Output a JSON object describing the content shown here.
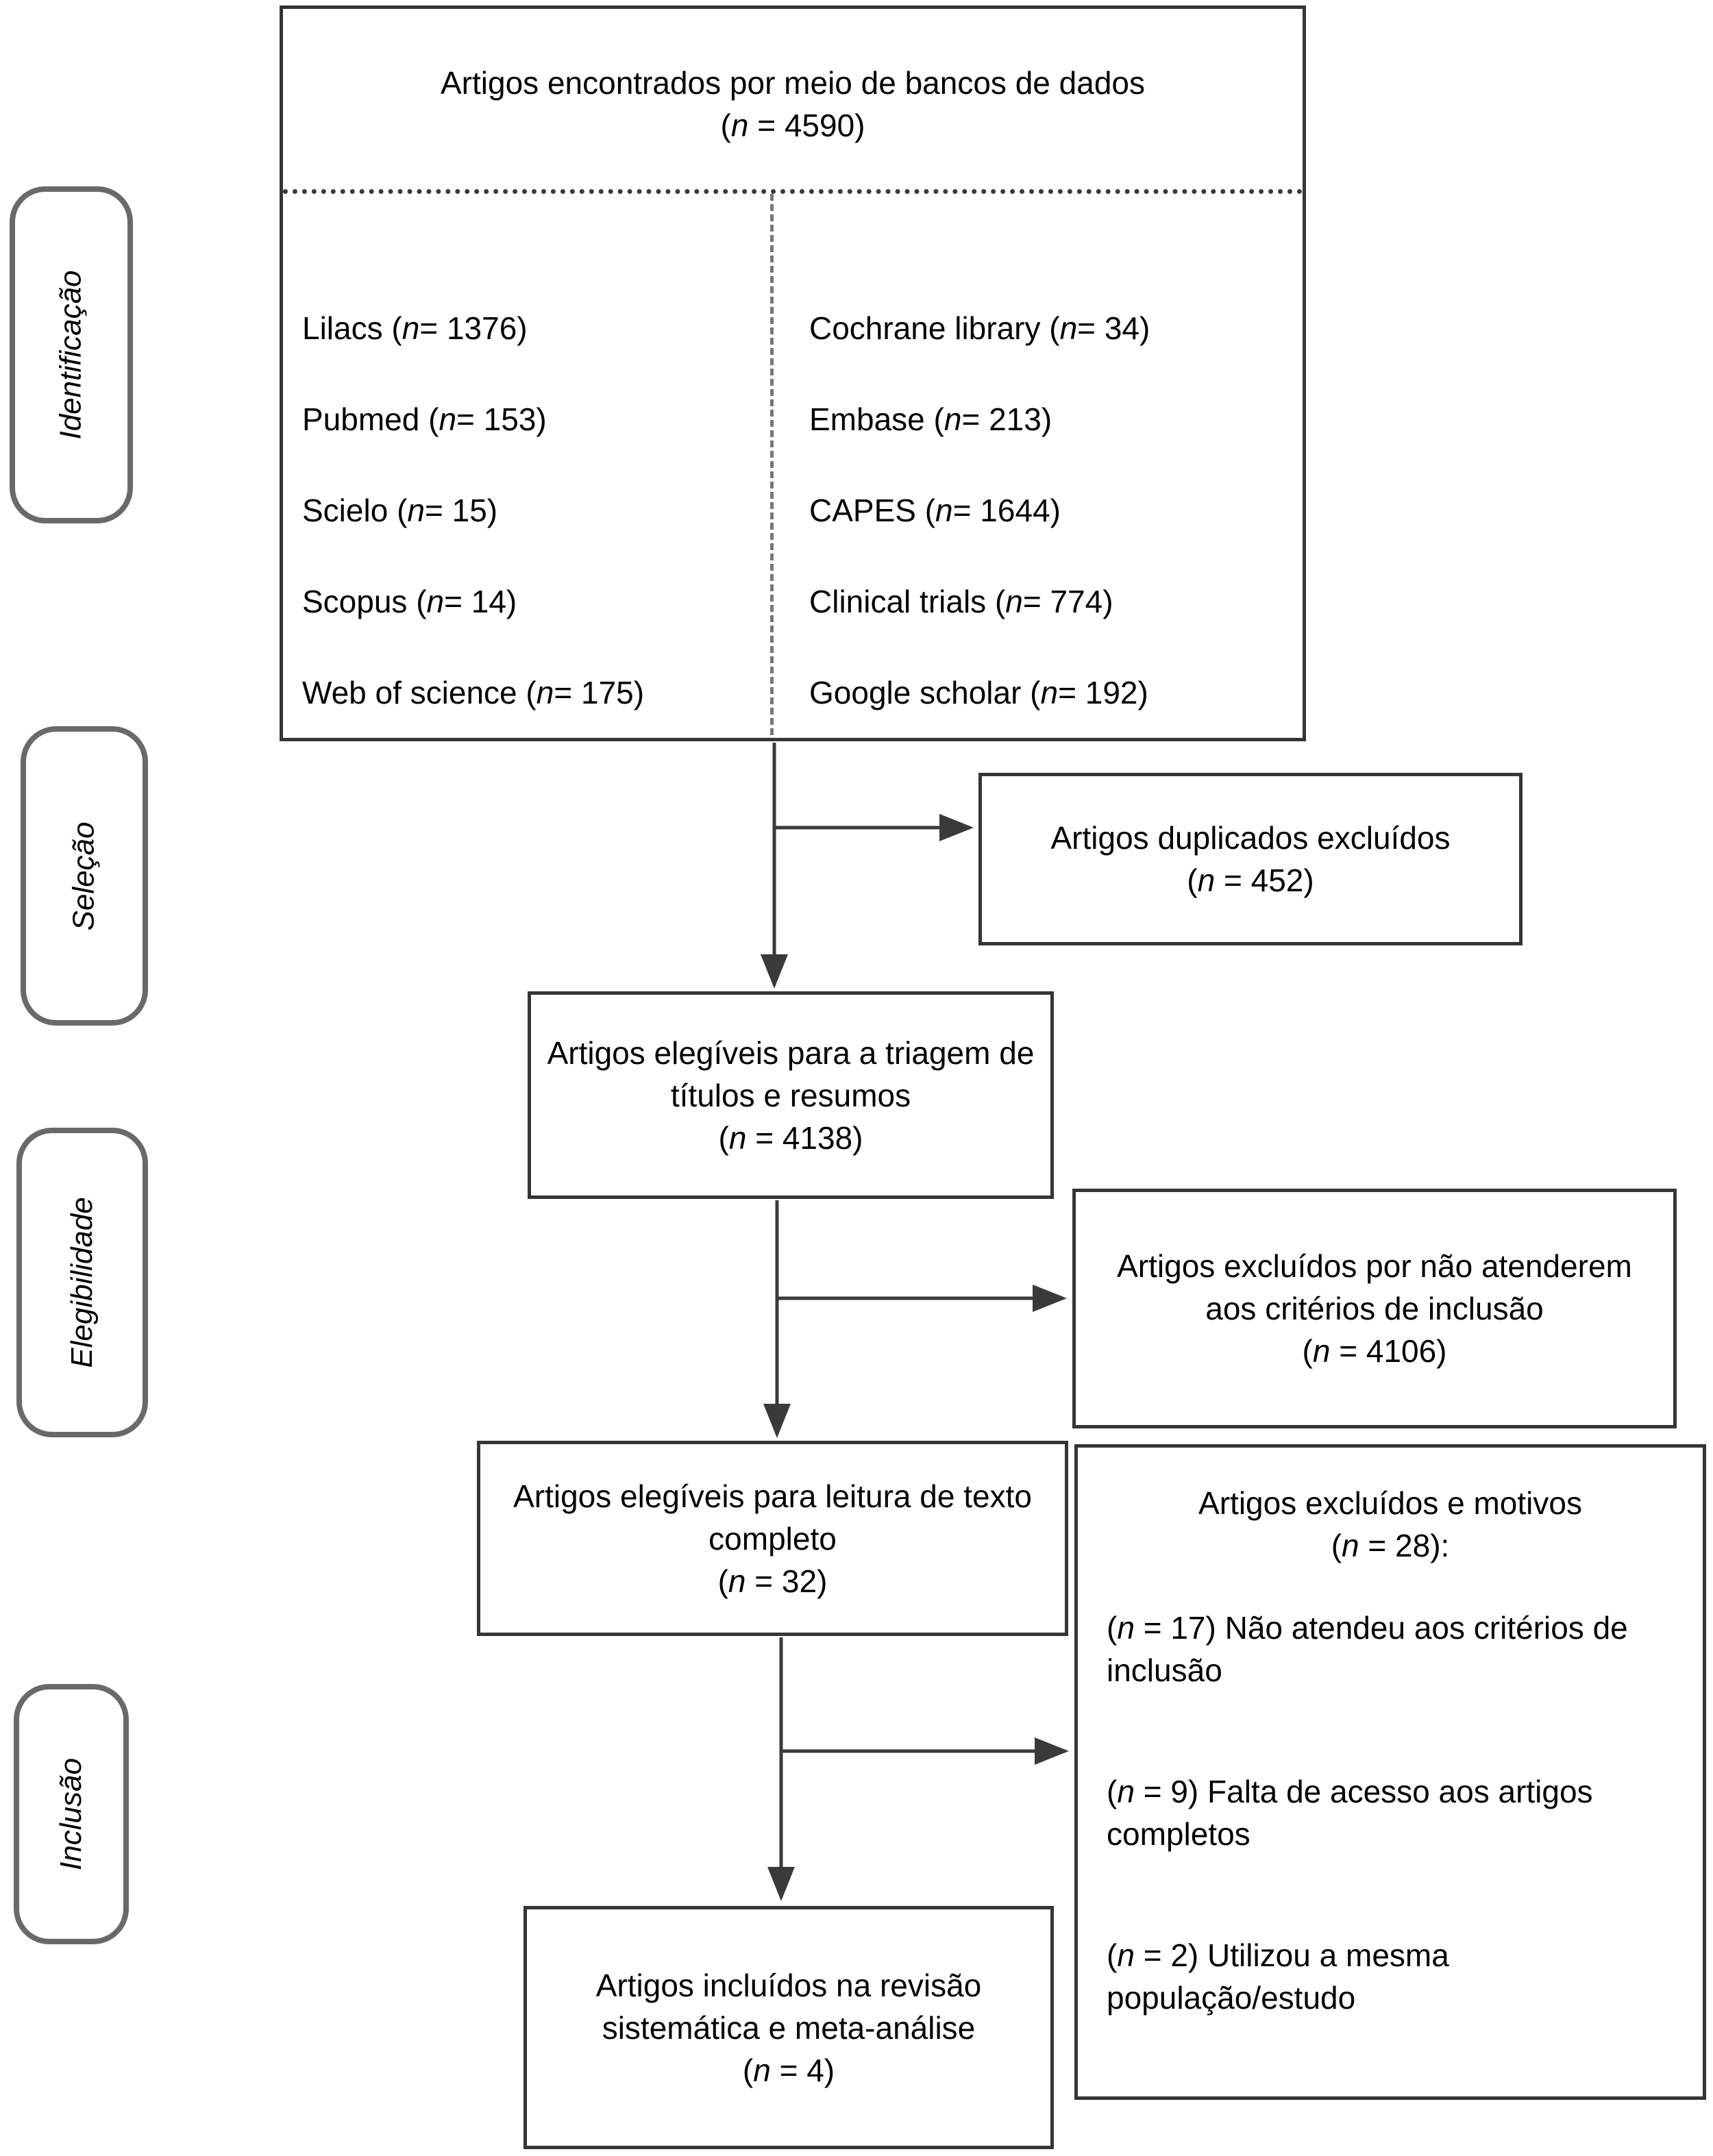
{
  "meta": {
    "n_char": "n"
  },
  "phase_labels": [
    {
      "label": "Identificação"
    },
    {
      "label": "Seleção"
    },
    {
      "label": "Elegibilidade"
    },
    {
      "label": "Inclusão"
    }
  ],
  "identification": {
    "title": "Artigos encontrados por meio de bancos de dados",
    "n": "4590",
    "left_sources": [
      {
        "name": "Lilacs",
        "n": "1376"
      },
      {
        "name": "Pubmed",
        "n": "153"
      },
      {
        "name": "Scielo",
        "n": "15"
      },
      {
        "name": "Scopus",
        "n": "14"
      },
      {
        "name": "Web of science",
        "n": "175"
      }
    ],
    "right_sources": [
      {
        "name": "Cochrane library",
        "n": "34"
      },
      {
        "name": "Embase",
        "n": "213"
      },
      {
        "name": "CAPES",
        "n": "1644"
      },
      {
        "name": "Clinical trials",
        "n": "774"
      },
      {
        "name": "Google scholar",
        "n": "192"
      }
    ]
  },
  "flow": {
    "duplicates": {
      "label": "Artigos duplicados excluídos",
      "n": "452"
    },
    "triage": {
      "label": "Artigos elegíveis para a triagem de títulos e resumos",
      "n": "4138"
    },
    "excluded_criteria": {
      "label": "Artigos excluídos por não atenderem aos critérios de inclusão",
      "n": "4106"
    },
    "full_text": {
      "label": "Artigos elegíveis para leitura de texto completo",
      "n": "32"
    },
    "excluded_reasons": {
      "label": "Artigos excluídos e motivos",
      "n": "28",
      "suffix": ":",
      "reasons": [
        {
          "n": "17",
          "text": "Não atendeu aos critérios de inclusão"
        },
        {
          "n": "9",
          "text": "Falta de acesso aos artigos completos"
        },
        {
          "n": "2",
          "text": "Utilizou a mesma população/estudo"
        }
      ]
    },
    "included": {
      "label": "Artigos incluídos na revisão sistemática e meta-análise",
      "n": "4"
    }
  }
}
